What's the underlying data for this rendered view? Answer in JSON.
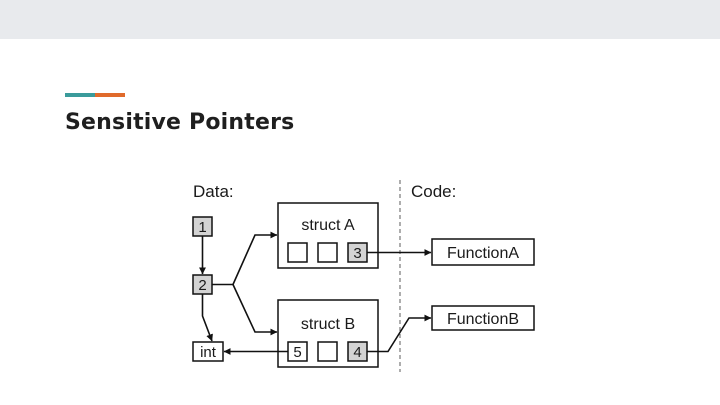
{
  "slide": {
    "title": "Sensitive Pointers",
    "accent_colors": [
      "#3a9b9b",
      "#e06a2b"
    ],
    "background": "#ffffff",
    "topbar_color": "#e8eaed"
  },
  "diagram": {
    "data_header": "Data:",
    "code_header": "Code:",
    "cell_1": "1",
    "cell_2": "2",
    "int_label": "int",
    "struct_a_label": "struct A",
    "struct_a_field_3": "3",
    "struct_b_label": "struct B",
    "struct_b_field_5": "5",
    "struct_b_field_4": "4",
    "function_a": "FunctionA",
    "function_b": "FunctionB",
    "shaded_cell_color": "#d3d3d3"
  }
}
